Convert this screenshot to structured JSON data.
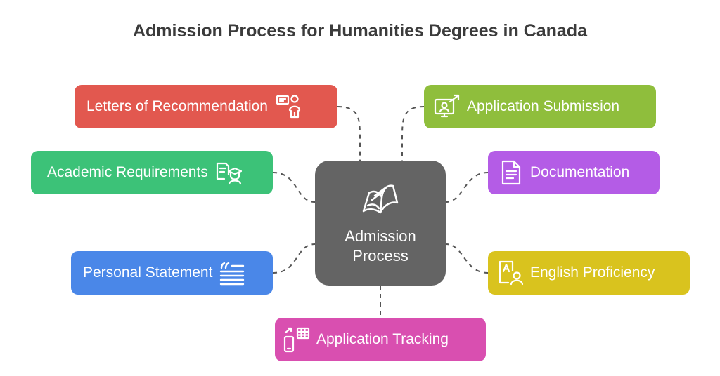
{
  "title": "Admission Process for Humanities Degrees in Canada",
  "center": {
    "line1": "Admission",
    "line2": "Process",
    "icon": "open-book-icon",
    "color": "#646464"
  },
  "nodes": {
    "letters": {
      "label": "Letters of Recommendation",
      "icon": "referee-icon",
      "color": "#e2584f"
    },
    "academic": {
      "label": "Academic Requirements",
      "icon": "student-document-icon",
      "color": "#3cc278"
    },
    "personal": {
      "label": "Personal Statement",
      "icon": "quote-text-icon",
      "color": "#4a87e8"
    },
    "submission": {
      "label": "Application Submission",
      "icon": "monitor-upload-icon",
      "color": "#8fbe3c"
    },
    "documentation": {
      "label": "Documentation",
      "icon": "document-icon",
      "color": "#b45ce6"
    },
    "english": {
      "label": "English Proficiency",
      "icon": "language-test-icon",
      "color": "#d9c31e"
    },
    "tracking": {
      "label": "Application Tracking",
      "icon": "phone-tracking-icon",
      "color": "#d94fb0"
    }
  }
}
